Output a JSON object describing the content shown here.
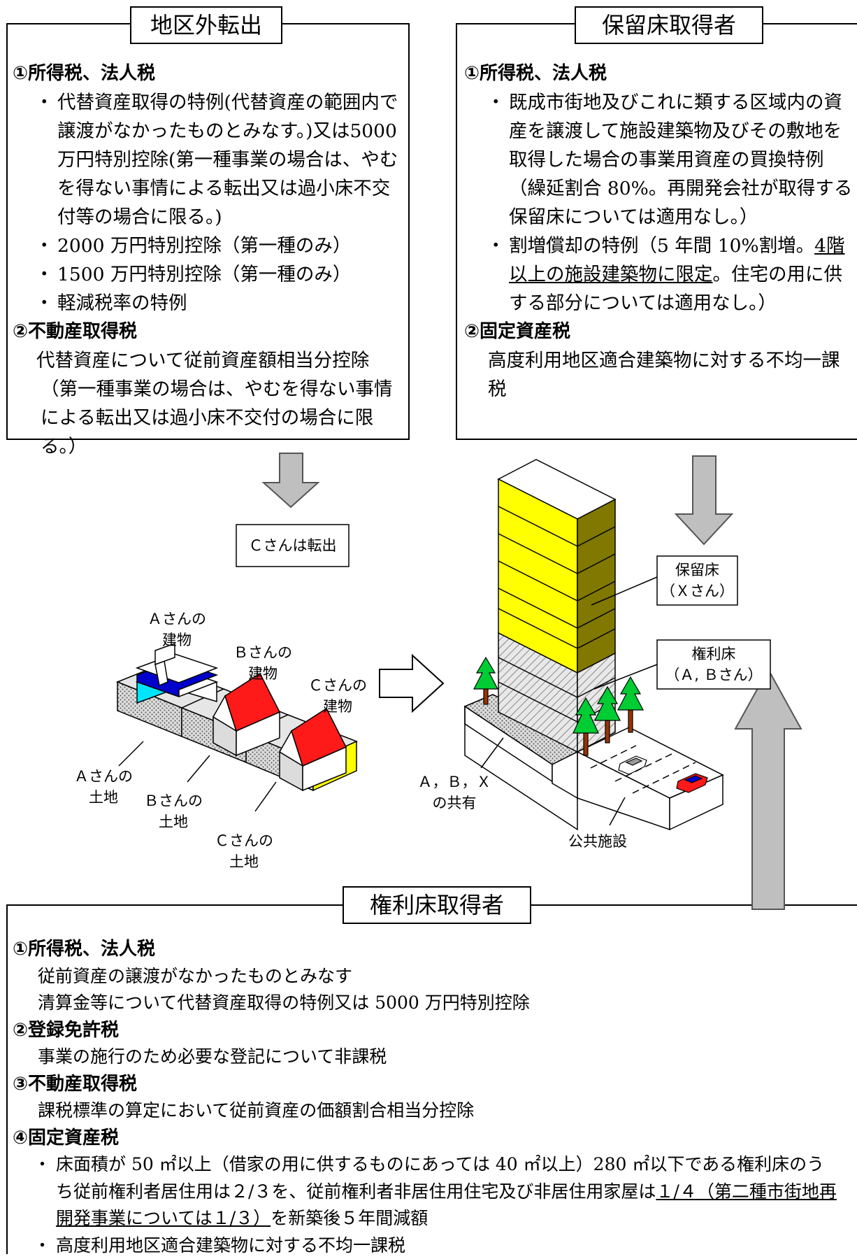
{
  "left_box": {
    "title": "地区外転出",
    "h1": "①所得税、法人税",
    "b1": "代替資産取得の特例(代替資産の範囲内で譲渡がなかったものとみなす。)又は5000 万円特別控除(第一種事業の場合は、やむを得ない事情による転出又は過小床不交付等の場合に限る。)",
    "b2": "2000 万円特別控除（第一種のみ）",
    "b3": "1500 万円特別控除（第一種のみ）",
    "b4": "軽減税率の特例",
    "h2": "②不動産取得税",
    "t1": "代替資産について従前資産額相当分控除",
    "t2": "（第一種事業の場合は、やむを得ない事情による転出又は過小床不交付の場合に限る。）"
  },
  "right_box": {
    "title": "保留床取得者",
    "h1": "①所得税、法人税",
    "b1": "既成市街地及びこれに類する区域内の資産を譲渡して施設建築物及びその敷地を取得した場合の事業用資産の買換特例（繰延割合 80%。再開発会社が取得する保留床については適用なし。）",
    "b2_pre": "割増償却の特例（5 年間 10%割増。",
    "b2_u": "4階以上の施設建築物に限定",
    "b2_post": "。住宅の用に供する部分については適用なし。）",
    "h2": "②固定資産税",
    "t1": "高度利用地区適合建築物に対する不均一課税"
  },
  "bottom_box": {
    "title": "権利床取得者",
    "h1": "①所得税、法人税",
    "t1": "従前資産の譲渡がなかったものとみなす",
    "t2": "清算金等について代替資産取得の特例又は 5000 万円特別控除",
    "h2": "②登録免許税",
    "t3": "事業の施行のため必要な登記について非課税",
    "h3": "③不動産取得税",
    "t4": "課税標準の算定において従前資産の価額割合相当分控除",
    "h4": "④固定資産税",
    "b1_pre": "床面積が 50 ㎡以上（借家の用に供するものにあっては 40 ㎡以上）280 ㎡以下である権利床のうち従前権利者居住用は２/３を、従前権利者非居住用住宅及び非居住用家屋は",
    "b1_u": "１/４（第二種市街地再開発事業については１/３）",
    "b1_post": "を新築後５年間減額",
    "b2": "高度利用地区適合建築物に対する不均一課税"
  },
  "diagram": {
    "c_moves_out": "Ｃさんは転出",
    "a_building": "Ａさんの\n建物",
    "b_building": "Ｂさんの\n建物",
    "c_building": "Ｃさんの\n建物",
    "a_land": "Ａさんの\n土地",
    "b_land": "Ｂさんの\n土地",
    "c_land": "Ｃさんの\n土地",
    "reserved_floor": "保留床\n（Ｘさん）",
    "rights_floor": "権利床\n（Ａ, Ｂさん）",
    "shared": "Ａ，Ｂ，Ｘ\nの共有",
    "public_facility": "公共施設"
  },
  "colors": {
    "yellow": "#ffff00",
    "olive": "#807800",
    "red": "#ff1a1a",
    "green": "#00cc33",
    "cyan": "#00ffff",
    "blue": "#0000cc",
    "arrow_gray": "#bfbfbf"
  }
}
